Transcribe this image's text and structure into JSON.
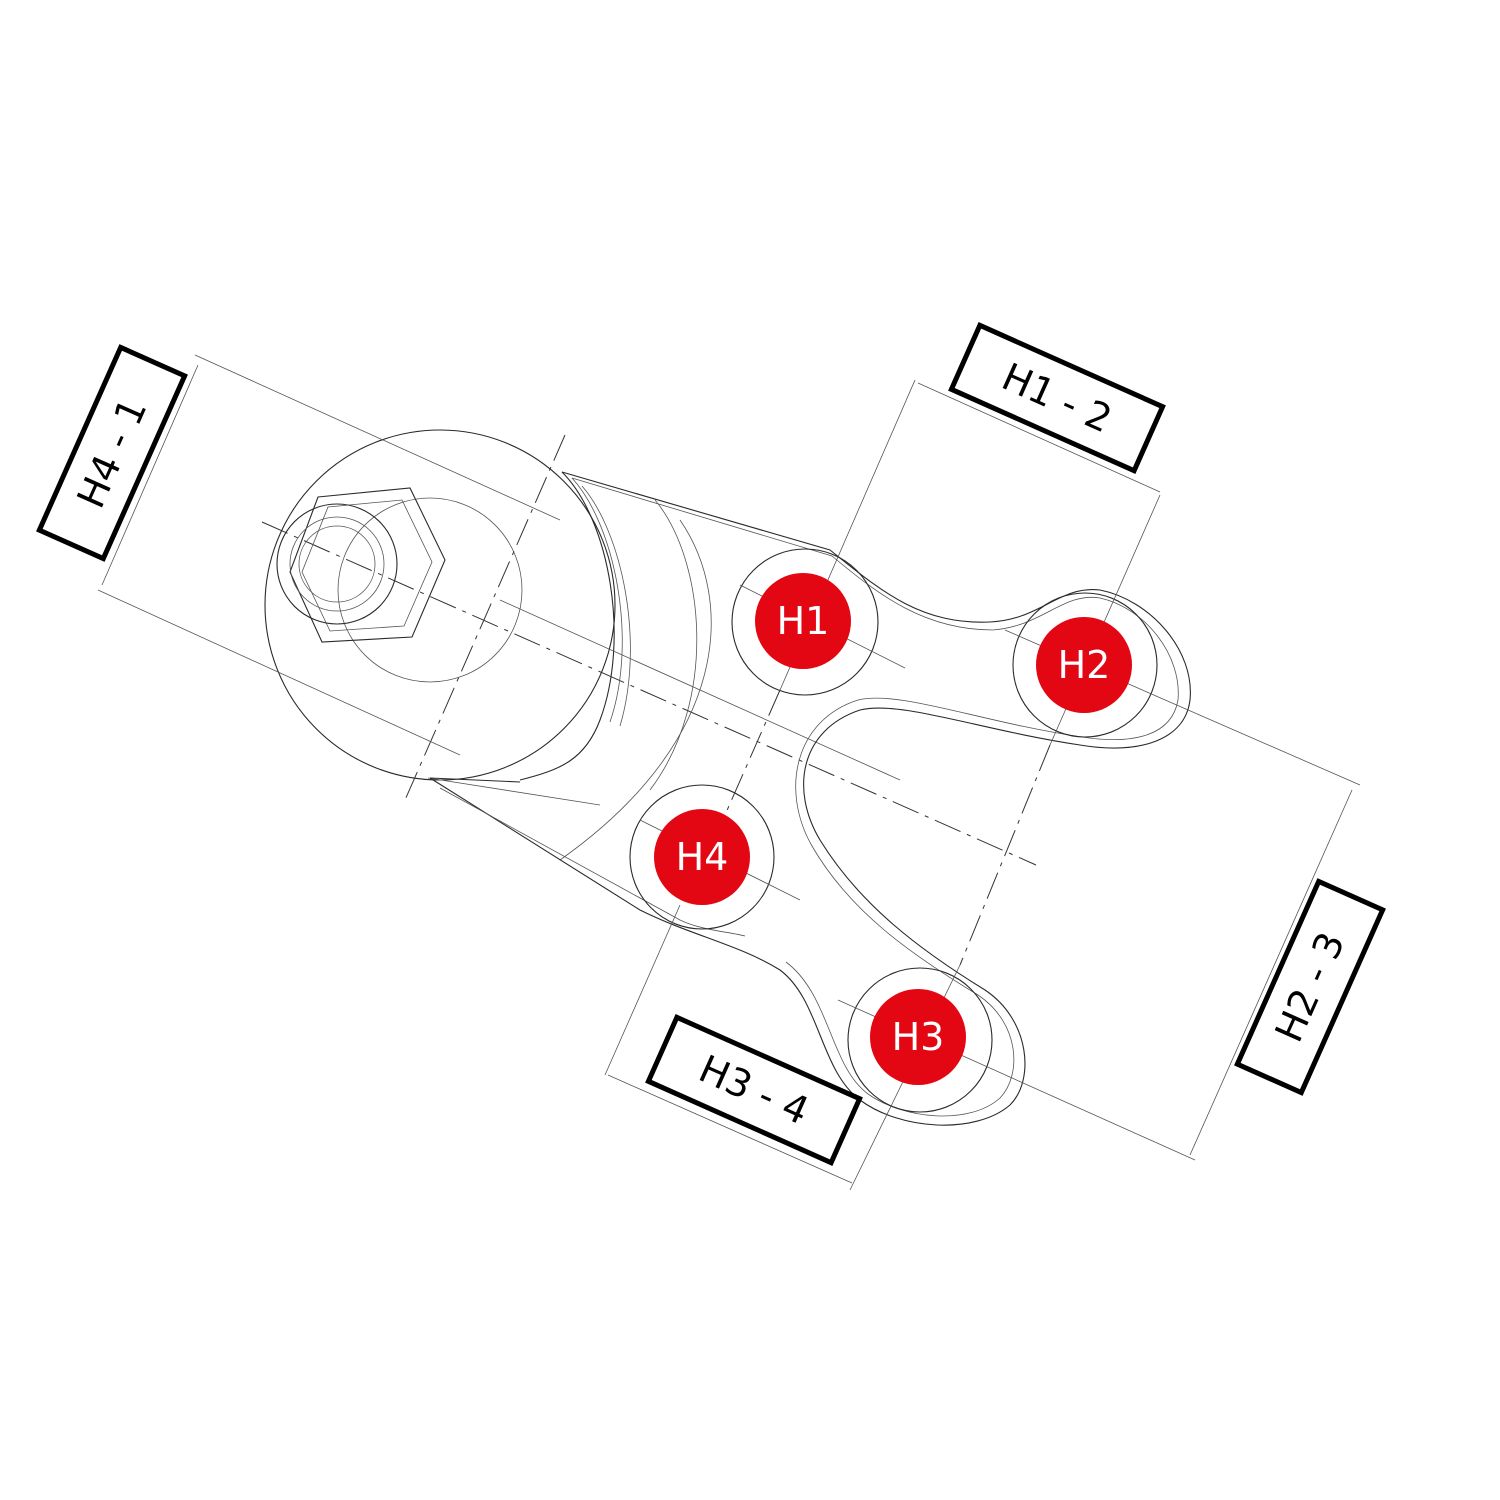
{
  "holes": [
    {
      "id": "H1",
      "label": "H1"
    },
    {
      "id": "H2",
      "label": "H2"
    },
    {
      "id": "H3",
      "label": "H3"
    },
    {
      "id": "H4",
      "label": "H4"
    }
  ],
  "dimensions": [
    {
      "id": "h1-2",
      "label": "H1 - 2"
    },
    {
      "id": "h2-3",
      "label": "H2 - 3"
    },
    {
      "id": "h3-4",
      "label": "H3 - 4"
    },
    {
      "id": "h4-1",
      "label": "H4 - 1"
    }
  ],
  "colors": {
    "hole_marker": "#e30613",
    "line": "#2a2a2a",
    "label_border": "#000000"
  }
}
